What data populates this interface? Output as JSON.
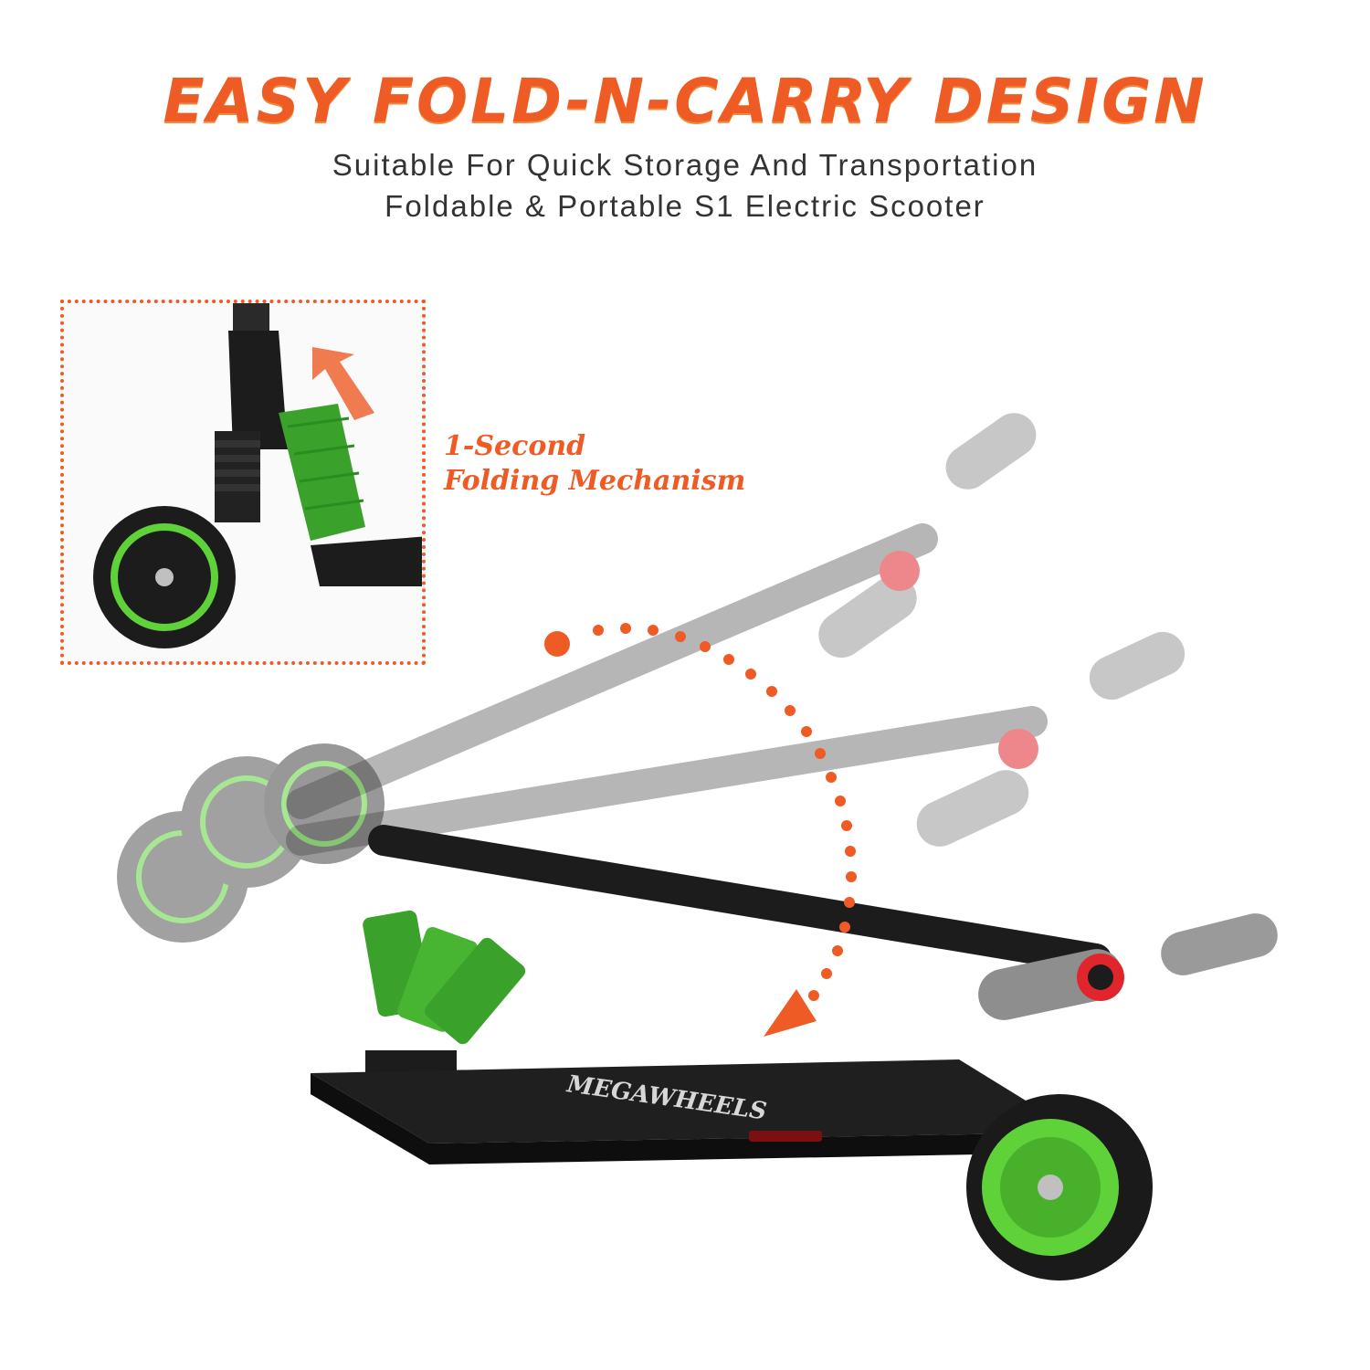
{
  "headline": "EASY FOLD-N-CARRY DESIGN",
  "subtitle_line1": "Suitable For Quick Storage And Transportation",
  "subtitle_line2": "Foldable & Portable S1 Electric Scooter",
  "feature_callout": {
    "line1": "1-Second",
    "line2": "Folding Mechanism"
  },
  "deck_brand": "MEGAWHEELS",
  "colors": {
    "accent": "#ef5b25",
    "wheel_green": "#5fd23a",
    "frame_black": "#1c1c1c",
    "frame_gray": "#8a8a8a",
    "grip_gray": "#9a9a9a",
    "red_ring": "#e0262c"
  },
  "icons": {
    "fold_arrow": "curved-dotted-arrow-icon",
    "lift_arrow": "up-arrow-icon"
  }
}
